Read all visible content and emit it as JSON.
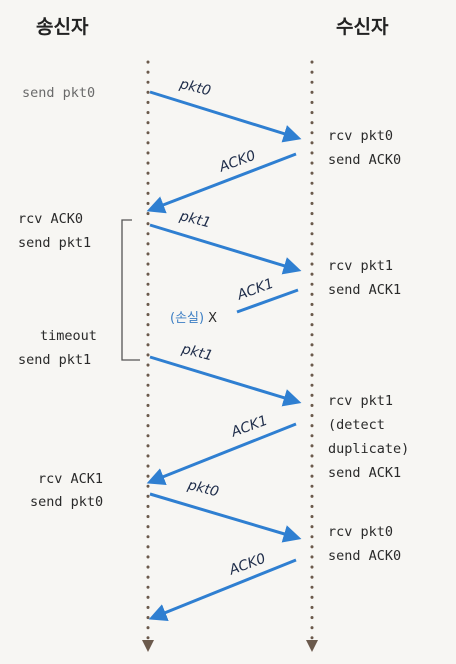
{
  "headers": {
    "sender": "송신자",
    "receiver": "수신자"
  },
  "sender_labels": {
    "send_pkt0": "send pkt0",
    "rcv_ack0": "rcv ACK0",
    "send_pkt1": "send pkt1",
    "timeout": "timeout",
    "resend_pkt1": "send pkt1",
    "rcv_ack1": "rcv ACK1",
    "send_pkt0_again": "send pkt0"
  },
  "receiver_labels": {
    "rcv_pkt0": "rcv pkt0",
    "send_ack0": "send ACK0",
    "rcv_pkt1": "rcv pkt1",
    "send_ack1": "send ACK1",
    "rcv_pkt1_dup": "rcv pkt1",
    "detect": "(detect",
    "duplicate": "duplicate)",
    "send_ack1_again": "send ACK1",
    "rcv_pkt0_again": "rcv pkt0",
    "send_ack0_again": "send ACK0"
  },
  "messages": {
    "pkt0": "pkt0",
    "ack0": "ACK0",
    "pkt1": "pkt1",
    "ack1_lost": "ACK1",
    "pkt1_retx": "pkt1",
    "ack1": "ACK1",
    "pkt0_again": "pkt0",
    "ack0_again": "ACK0"
  },
  "loss": {
    "label": "(손실)",
    "mark": "X"
  },
  "colors": {
    "arrow": "#2f7fd1",
    "dots": "#6b5a4c",
    "text": "#2a2a2a"
  }
}
